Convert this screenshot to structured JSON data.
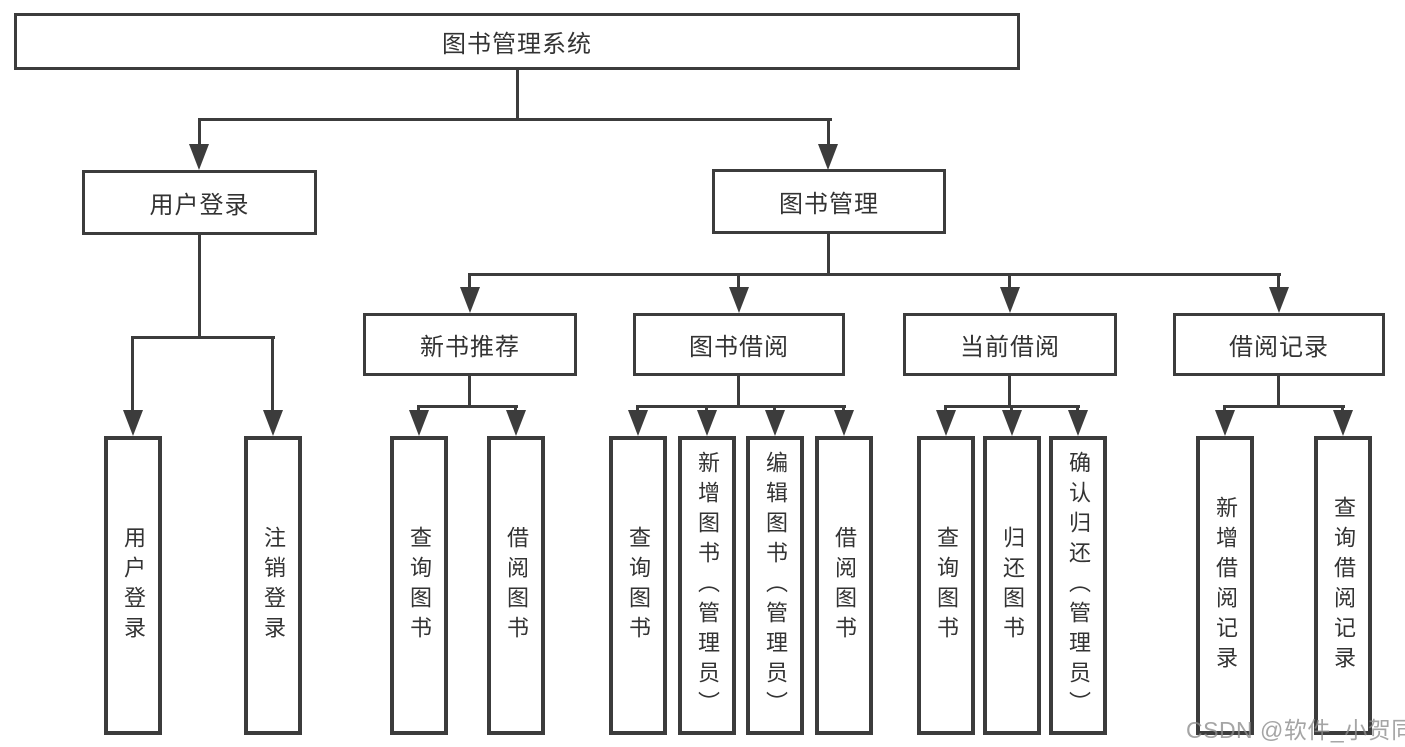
{
  "diagram": {
    "type": "hierarchy-tree",
    "nodes": {
      "root": "图书管理系统",
      "level2": [
        "用户登录",
        "图书管理"
      ],
      "level3": [
        "新书推荐",
        "图书借阅",
        "当前借阅",
        "借阅记录"
      ],
      "leaves": {
        "user_login": [
          "用户登录",
          "注销登录"
        ],
        "new_books": [
          "查询图书",
          "借阅图书"
        ],
        "book_borrow": [
          "查询图书",
          "新增图书（管理员）",
          "编辑图书（管理员）",
          "借阅图书"
        ],
        "current_borrow": [
          "查询图书",
          "归还图书",
          "确认归还（管理员）"
        ],
        "borrow_records": [
          "新增借阅记录",
          "查询借阅记录"
        ]
      }
    },
    "edges": [
      "图书管理系统→用户登录",
      "图书管理系统→图书管理",
      "用户登录→用户登录",
      "用户登录→注销登录",
      "图书管理→新书推荐",
      "图书管理→图书借阅",
      "图书管理→当前借阅",
      "图书管理→借阅记录",
      "新书推荐→查询图书",
      "新书推荐→借阅图书",
      "图书借阅→查询图书",
      "图书借阅→新增图书（管理员）",
      "图书借阅→编辑图书（管理员）",
      "图书借阅→借阅图书",
      "当前借阅→查询图书",
      "当前借阅→归还图书",
      "当前借阅→确认归还（管理员）",
      "借阅记录→新增借阅记录",
      "借阅记录→查询借阅记录"
    ]
  },
  "watermark": {
    "text": "CSDN @软件_小贺同学"
  },
  "colors": {
    "line": "#3c3c3c",
    "text": "#333333",
    "watermark": "#8c8c8c",
    "background": "#ffffff"
  }
}
